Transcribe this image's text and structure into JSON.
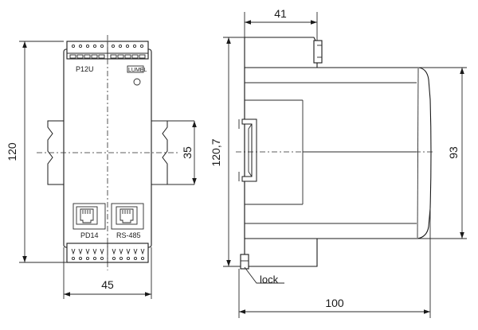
{
  "front_view": {
    "model_label": "P12U",
    "brand_label": "LUMEL",
    "port_left_label": "PD14",
    "port_right_label": "RS-485",
    "dim_height": "120",
    "dim_width": "45",
    "dim_rail": "35"
  },
  "side_view": {
    "dim_depth_top": "41",
    "dim_total_height": "120,7",
    "dim_front_height": "93",
    "dim_depth_total": "100",
    "lock_label": "lock"
  }
}
